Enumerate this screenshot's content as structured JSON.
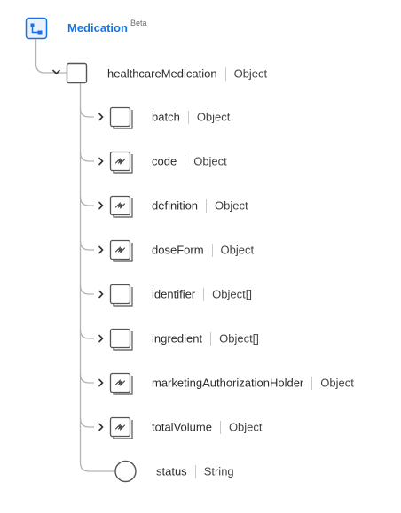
{
  "root": {
    "title": "Medication",
    "badge": "Beta",
    "icon": "schema-tree-icon",
    "accent": "#1473e6"
  },
  "object": {
    "name": "healthcareMedication",
    "type": "Object"
  },
  "fields": [
    {
      "name": "batch",
      "type": "Object",
      "icon": "object-icon",
      "expandable": true
    },
    {
      "name": "code",
      "type": "Object",
      "icon": "linked-object-icon",
      "expandable": true
    },
    {
      "name": "definition",
      "type": "Object",
      "icon": "linked-object-icon",
      "expandable": true
    },
    {
      "name": "doseForm",
      "type": "Object",
      "icon": "linked-object-icon",
      "expandable": true
    },
    {
      "name": "identifier",
      "type": "Object[]",
      "icon": "object-icon",
      "expandable": true
    },
    {
      "name": "ingredient",
      "type": "Object[]",
      "icon": "object-icon",
      "expandable": true
    },
    {
      "name": "marketingAuthorizationHolder",
      "type": "Object",
      "icon": "linked-object-icon",
      "expandable": true
    },
    {
      "name": "totalVolume",
      "type": "Object",
      "icon": "linked-object-icon",
      "expandable": true
    },
    {
      "name": "status",
      "type": "String",
      "icon": "primitive-icon",
      "expandable": false
    }
  ]
}
